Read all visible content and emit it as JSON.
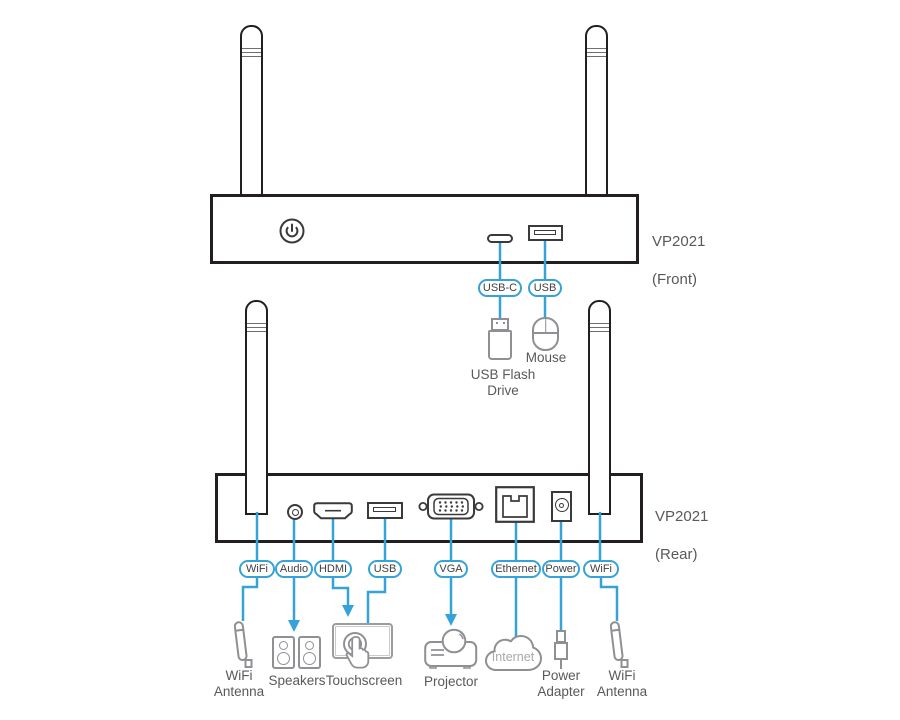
{
  "colors": {
    "accent": "#35a3d8",
    "outline": "#231f20",
    "gray": "#8e9093",
    "label": "#58595b",
    "badge_text": "#414042",
    "cloudtext": "#a6a8ab"
  },
  "front": {
    "device_label": {
      "model": "VP2021",
      "view": "(Front)"
    },
    "badges": [
      {
        "label": "USB-C"
      },
      {
        "label": "USB"
      }
    ],
    "peripherals": [
      {
        "label": "USB Flash\nDrive"
      },
      {
        "label": "Mouse"
      }
    ]
  },
  "rear": {
    "device_label": {
      "model": "VP2021",
      "view": "(Rear)"
    },
    "badges": [
      {
        "label": "WiFi"
      },
      {
        "label": "Audio"
      },
      {
        "label": "HDMI"
      },
      {
        "label": "USB"
      },
      {
        "label": "VGA"
      },
      {
        "label": "Ethernet"
      },
      {
        "label": "Power"
      },
      {
        "label": "WiFi"
      }
    ],
    "peripherals": [
      {
        "label": "WiFi\nAntenna"
      },
      {
        "label": "Speakers"
      },
      {
        "label": "Touchscreen"
      },
      {
        "label": "Projector"
      },
      {
        "label": "Internet"
      },
      {
        "label": "Power\nAdapter"
      },
      {
        "label": "WiFi\nAntenna"
      }
    ]
  }
}
